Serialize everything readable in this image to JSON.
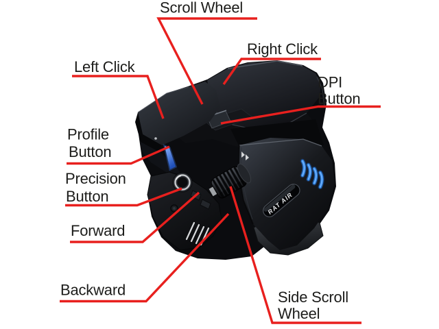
{
  "background": "#ffffff",
  "callouts": {
    "scroll_wheel": {
      "label": "Scroll Wheel"
    },
    "right_click": {
      "label": "Right Click"
    },
    "left_click": {
      "label": "Left Click"
    },
    "dpi": {
      "line1": "DPI",
      "line2": "Button"
    },
    "profile": {
      "line1": "Profile",
      "line2": "Button"
    },
    "precision": {
      "line1": "Precision",
      "line2": "Button"
    },
    "forward": {
      "label": "Forward"
    },
    "backward": {
      "label": "Backward"
    },
    "side_scroll": {
      "line1": "Side Scroll",
      "line2": "Wheel"
    }
  },
  "mouse": {
    "badge_text": "RAT AIR"
  },
  "colors": {
    "callout_line": "#e8201e",
    "label_text": "#1c1c1a",
    "accent_blue": "#3584e4",
    "body_black": "#0d0e11",
    "wheel_silver": "#e9eaeb",
    "background": "#ffffff"
  }
}
